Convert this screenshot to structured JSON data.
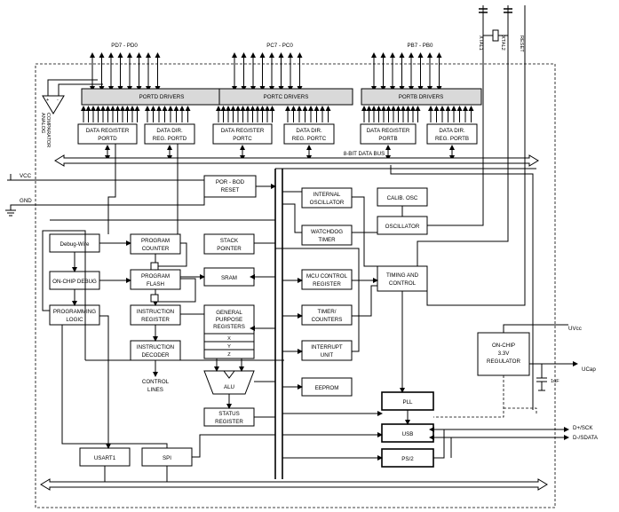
{
  "pins": {
    "port_d": "PD7 - PD0",
    "port_c": "PC7 - PC0",
    "port_b": "PB7 - PB0",
    "xtal1": "XTAL1",
    "xtal2": "XTAL2",
    "reset": "RESET",
    "vcc": "VCC",
    "gnd": "GND",
    "uvcc": "UVcc",
    "ucap": "UCap",
    "cap": "1uF",
    "dplus": "D+/SCK",
    "dminus": "D-/SDATA"
  },
  "ports": {
    "d": {
      "drivers": "PORTD DRIVERS",
      "data_reg": [
        "DATA REGISTER",
        "PORTD"
      ],
      "dir_reg": [
        "DATA DIR.",
        "REG. PORTD"
      ]
    },
    "c": {
      "drivers": "PORTC DRIVERS",
      "data_reg": [
        "DATA REGISTER",
        "PORTC"
      ],
      "dir_reg": [
        "DATA DIR.",
        "REG. PORTC"
      ]
    },
    "b": {
      "drivers": "PORTB DRIVERS",
      "data_reg": [
        "DATA REGISTER",
        "PORTB"
      ],
      "dir_reg": [
        "DATA DIR.",
        "REG. PORTB"
      ]
    }
  },
  "analog_comparator": [
    "ANALOG",
    "COMPARATOR"
  ],
  "bus_label": "8-BIT DATA BUS",
  "blocks": {
    "por_bod": [
      "POR - BOD",
      "RESET"
    ],
    "internal_osc": [
      "INTERNAL",
      "OSCILLATOR"
    ],
    "calib_osc": "CALIB. OSC",
    "oscillator": "OSCILLATOR",
    "watchdog": [
      "WATCHDOG",
      "TIMER"
    ],
    "mcu_control": [
      "MCU CONTROL",
      "REGISTER"
    ],
    "timing_control": [
      "TIMING AND",
      "CONTROL"
    ],
    "timer_counters": [
      "TIMER/",
      "COUNTERS"
    ],
    "interrupt": [
      "INTERRUPT",
      "UNIT"
    ],
    "eeprom": "EEPROM",
    "pll": "PLL",
    "usb": "USB",
    "ps2": "PS/2",
    "debug_wire": "Debug-Wire",
    "onchip_debug": "ON-CHIP DEBUG",
    "prog_logic": [
      "PROGRAMMING",
      "LOGIC"
    ],
    "program_counter": [
      "PROGRAM",
      "COUNTER"
    ],
    "program_flash": [
      "PROGRAM",
      "FLASH"
    ],
    "instruction_register": [
      "INSTRUCTION",
      "REGISTER"
    ],
    "instruction_decoder": [
      "INSTRUCTION",
      "DECODER"
    ],
    "control_lines": [
      "CONTROL",
      "LINES"
    ],
    "stack_pointer": [
      "STACK",
      "POINTER"
    ],
    "sram": "SRAM",
    "gp_registers": [
      "GENERAL",
      "PURPOSE",
      "REGISTERS"
    ],
    "reg_x": "X",
    "reg_y": "Y",
    "reg_z": "Z",
    "alu": "ALU",
    "status_register": [
      "STATUS",
      "REGISTER"
    ],
    "usart": "USART1",
    "spi": "SPI",
    "regulator": [
      "ON-CHIP",
      "3.3V",
      "REGULATOR"
    ]
  }
}
